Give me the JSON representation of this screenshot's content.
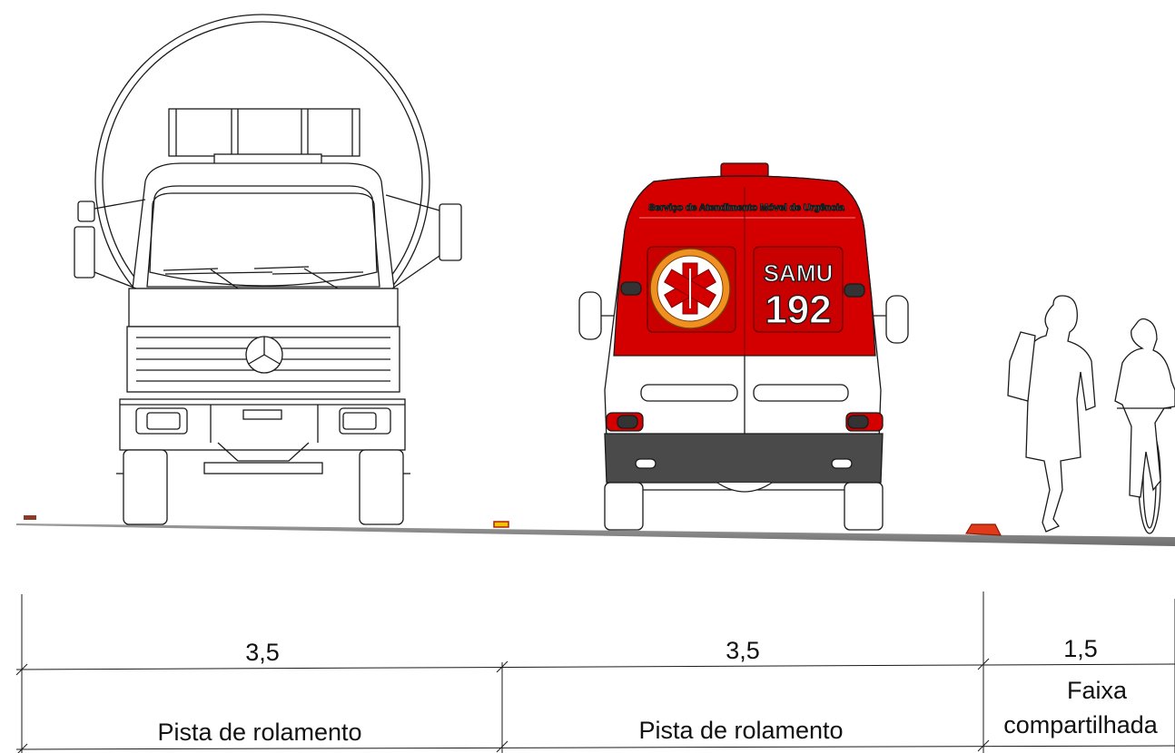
{
  "ambulance": {
    "roof_text": "Serviço de Atendimento Móvel de Urgência",
    "brand": "SAMU",
    "number": "192",
    "emblem": "star-of-life-icon",
    "colors": {
      "body_red": "#d40000",
      "bumper": "#4a4a4a",
      "reflector": "#e03a1a",
      "road_marker": "#f2c300"
    }
  },
  "dimensions": [
    {
      "value": "3,5",
      "label": "Pista de rolamento"
    },
    {
      "value": "3,5",
      "label": "Pista de rolamento"
    },
    {
      "value": "1,5",
      "label_line1": "Faixa",
      "label_line2": "compartilhada"
    }
  ]
}
